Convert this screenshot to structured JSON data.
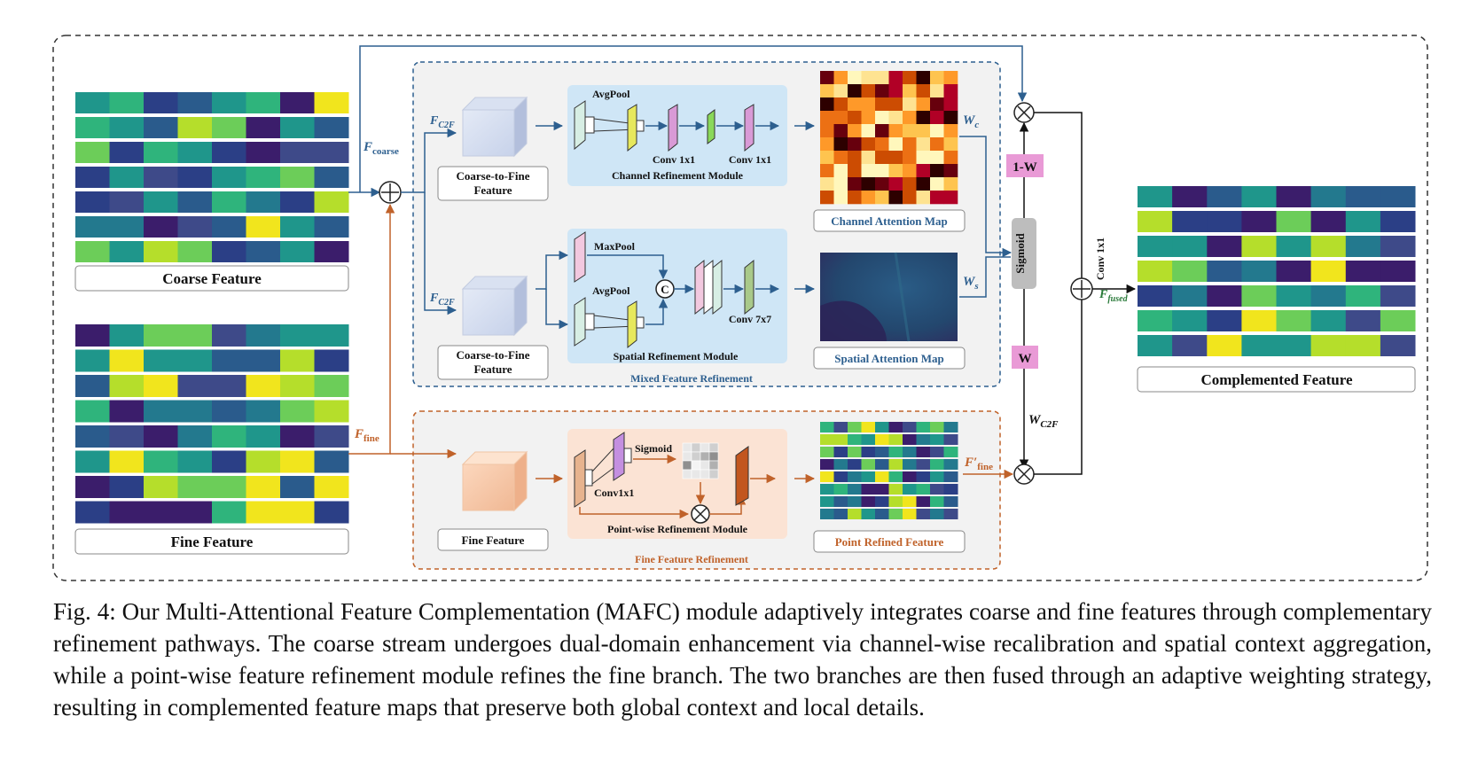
{
  "labels": {
    "coarse_feature": "Coarse Feature",
    "fine_feature": "Fine Feature",
    "coarse_to_fine_1": "Coarse-to-Fine",
    "feature_word": "Feature",
    "fine_feature_box": "Fine Feature",
    "avgpool": "AvgPool",
    "maxpool": "MaxPool",
    "conv1x1_a": "Conv 1x1",
    "conv1x1_b": "Conv 1x1",
    "conv7x7": "Conv 7x7",
    "conv1x1_fine": "Conv1x1",
    "sigmoid_small": "Sigmoid",
    "concat_symbol": "C",
    "channel_refinement_module": "Channel Refinement Module",
    "spatial_refinement_module": "Spatial Refinement Module",
    "pointwise_refinement_module": "Point-wise Refinement Module",
    "mixed_feature_refinement": "Mixed Feature Refinement",
    "fine_feature_refinement": "Fine Feature Refinement",
    "channel_attention_map": "Channel Attention Map",
    "spatial_attention_map": "Spatial Attention Map",
    "point_refined_feature": "Point Refined Feature",
    "complemented_feature": "Complemented Feature",
    "sigmoid_big": "Sigmoid",
    "one_minus_w": "1-W",
    "w": "W",
    "conv1x1_vertical": "Conv 1x1",
    "f_coarse": "F",
    "f_coarse_sub": "coarse",
    "f_fine": "F",
    "f_fine_sub": "fine",
    "f_c2f": "F",
    "f_c2f_sub": "C2F",
    "w_c": "W",
    "w_c_sub": "c",
    "w_s": "W",
    "w_s_sub": "s",
    "w_c2f": "W",
    "w_c2f_sub": "C2F",
    "f_fine_prime": "F′",
    "f_fine_prime_sub": "fine",
    "f_fused": "F",
    "f_fused_sub": "fused"
  },
  "caption": "Fig. 4: Our Multi-Attentional Feature Complementation (MAFC) module adaptively integrates coarse and fine features through complementary refinement pathways. The coarse stream undergoes dual-domain enhancement via channel-wise recalibration and spatial context aggregation, while a point-wise feature refinement module refines the fine branch. The two branches are then fused through an adaptive weighting strategy, resulting in complemented feature maps that preserve both global context and local details.",
  "colors": {
    "blue_arrow": "#2d5f8f",
    "orange_arrow": "#c0622a",
    "mixed_bg": "#f2f2f2",
    "module_blue": "#cfe6f6",
    "module_orange": "#fbe3d4",
    "pink_tag": "#e99ad6",
    "sigmoid_gray": "#bdbdbd"
  }
}
